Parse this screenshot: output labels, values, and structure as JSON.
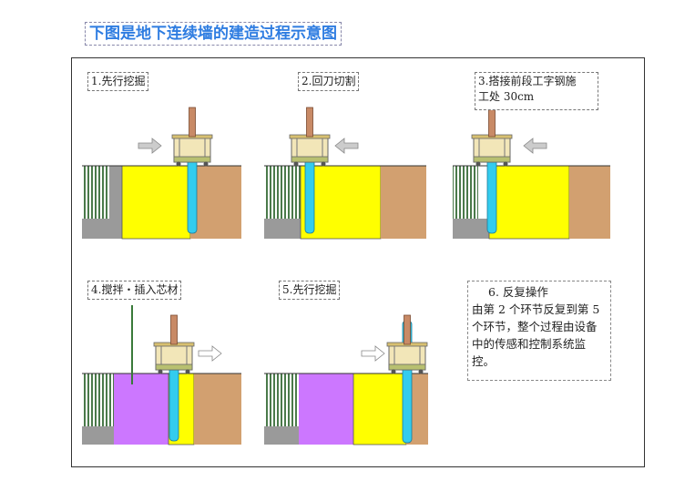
{
  "title": "下图是地下连续墙的建造过程示意图",
  "steps": [
    {
      "label": "1.先行挖掘"
    },
    {
      "label": "2.回刀切割"
    },
    {
      "label_line1": "3.搭接前段工字钢施",
      "label_line2": "工处 30cm"
    },
    {
      "label": "4.搅拌・插入芯材"
    },
    {
      "label": "5.先行挖掘"
    }
  ],
  "description": {
    "heading": "6.  反复操作",
    "body": "由第 2 个环节反复到第 5 个环节，整个过程由设备中的传感和控制系统监控。"
  },
  "colors": {
    "slurry_yellow": "#ffff00",
    "mixed_purple": "#cc77ff",
    "soil_brown": "#d2a070",
    "drill_cyan": "#33ccee",
    "rebar_green": "#558855",
    "concrete_gray": "#9a9a9a",
    "arrow_gray": "#cccccc",
    "title_blue": "#2f7de1"
  }
}
